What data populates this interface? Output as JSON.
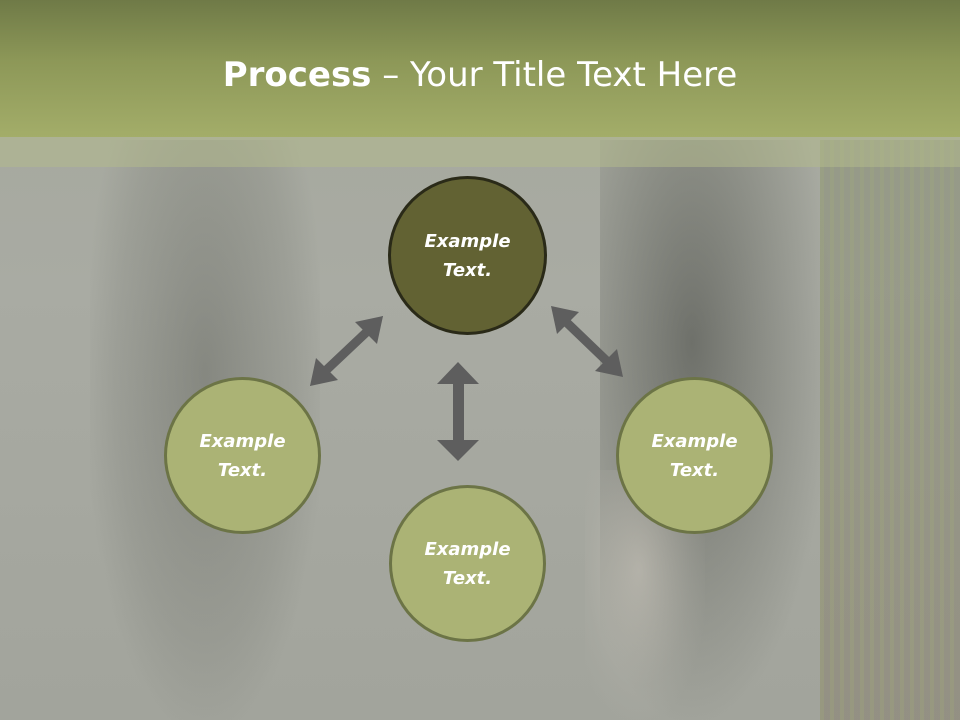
{
  "slide": {
    "title_bold": "Process",
    "title_rest": " – Your Title Text Here"
  },
  "nodes": [
    {
      "id": "top",
      "line1": "Example",
      "line2": "Text."
    },
    {
      "id": "left",
      "line1": "Example",
      "line2": "Text."
    },
    {
      "id": "right",
      "line1": "Example",
      "line2": "Text."
    },
    {
      "id": "bottom",
      "line1": "Example",
      "line2": "Text."
    }
  ],
  "colors": {
    "header": "#a3ad69",
    "top_circle": "#626233",
    "circle": "#abb375",
    "arrow": "#5e5e5e"
  }
}
